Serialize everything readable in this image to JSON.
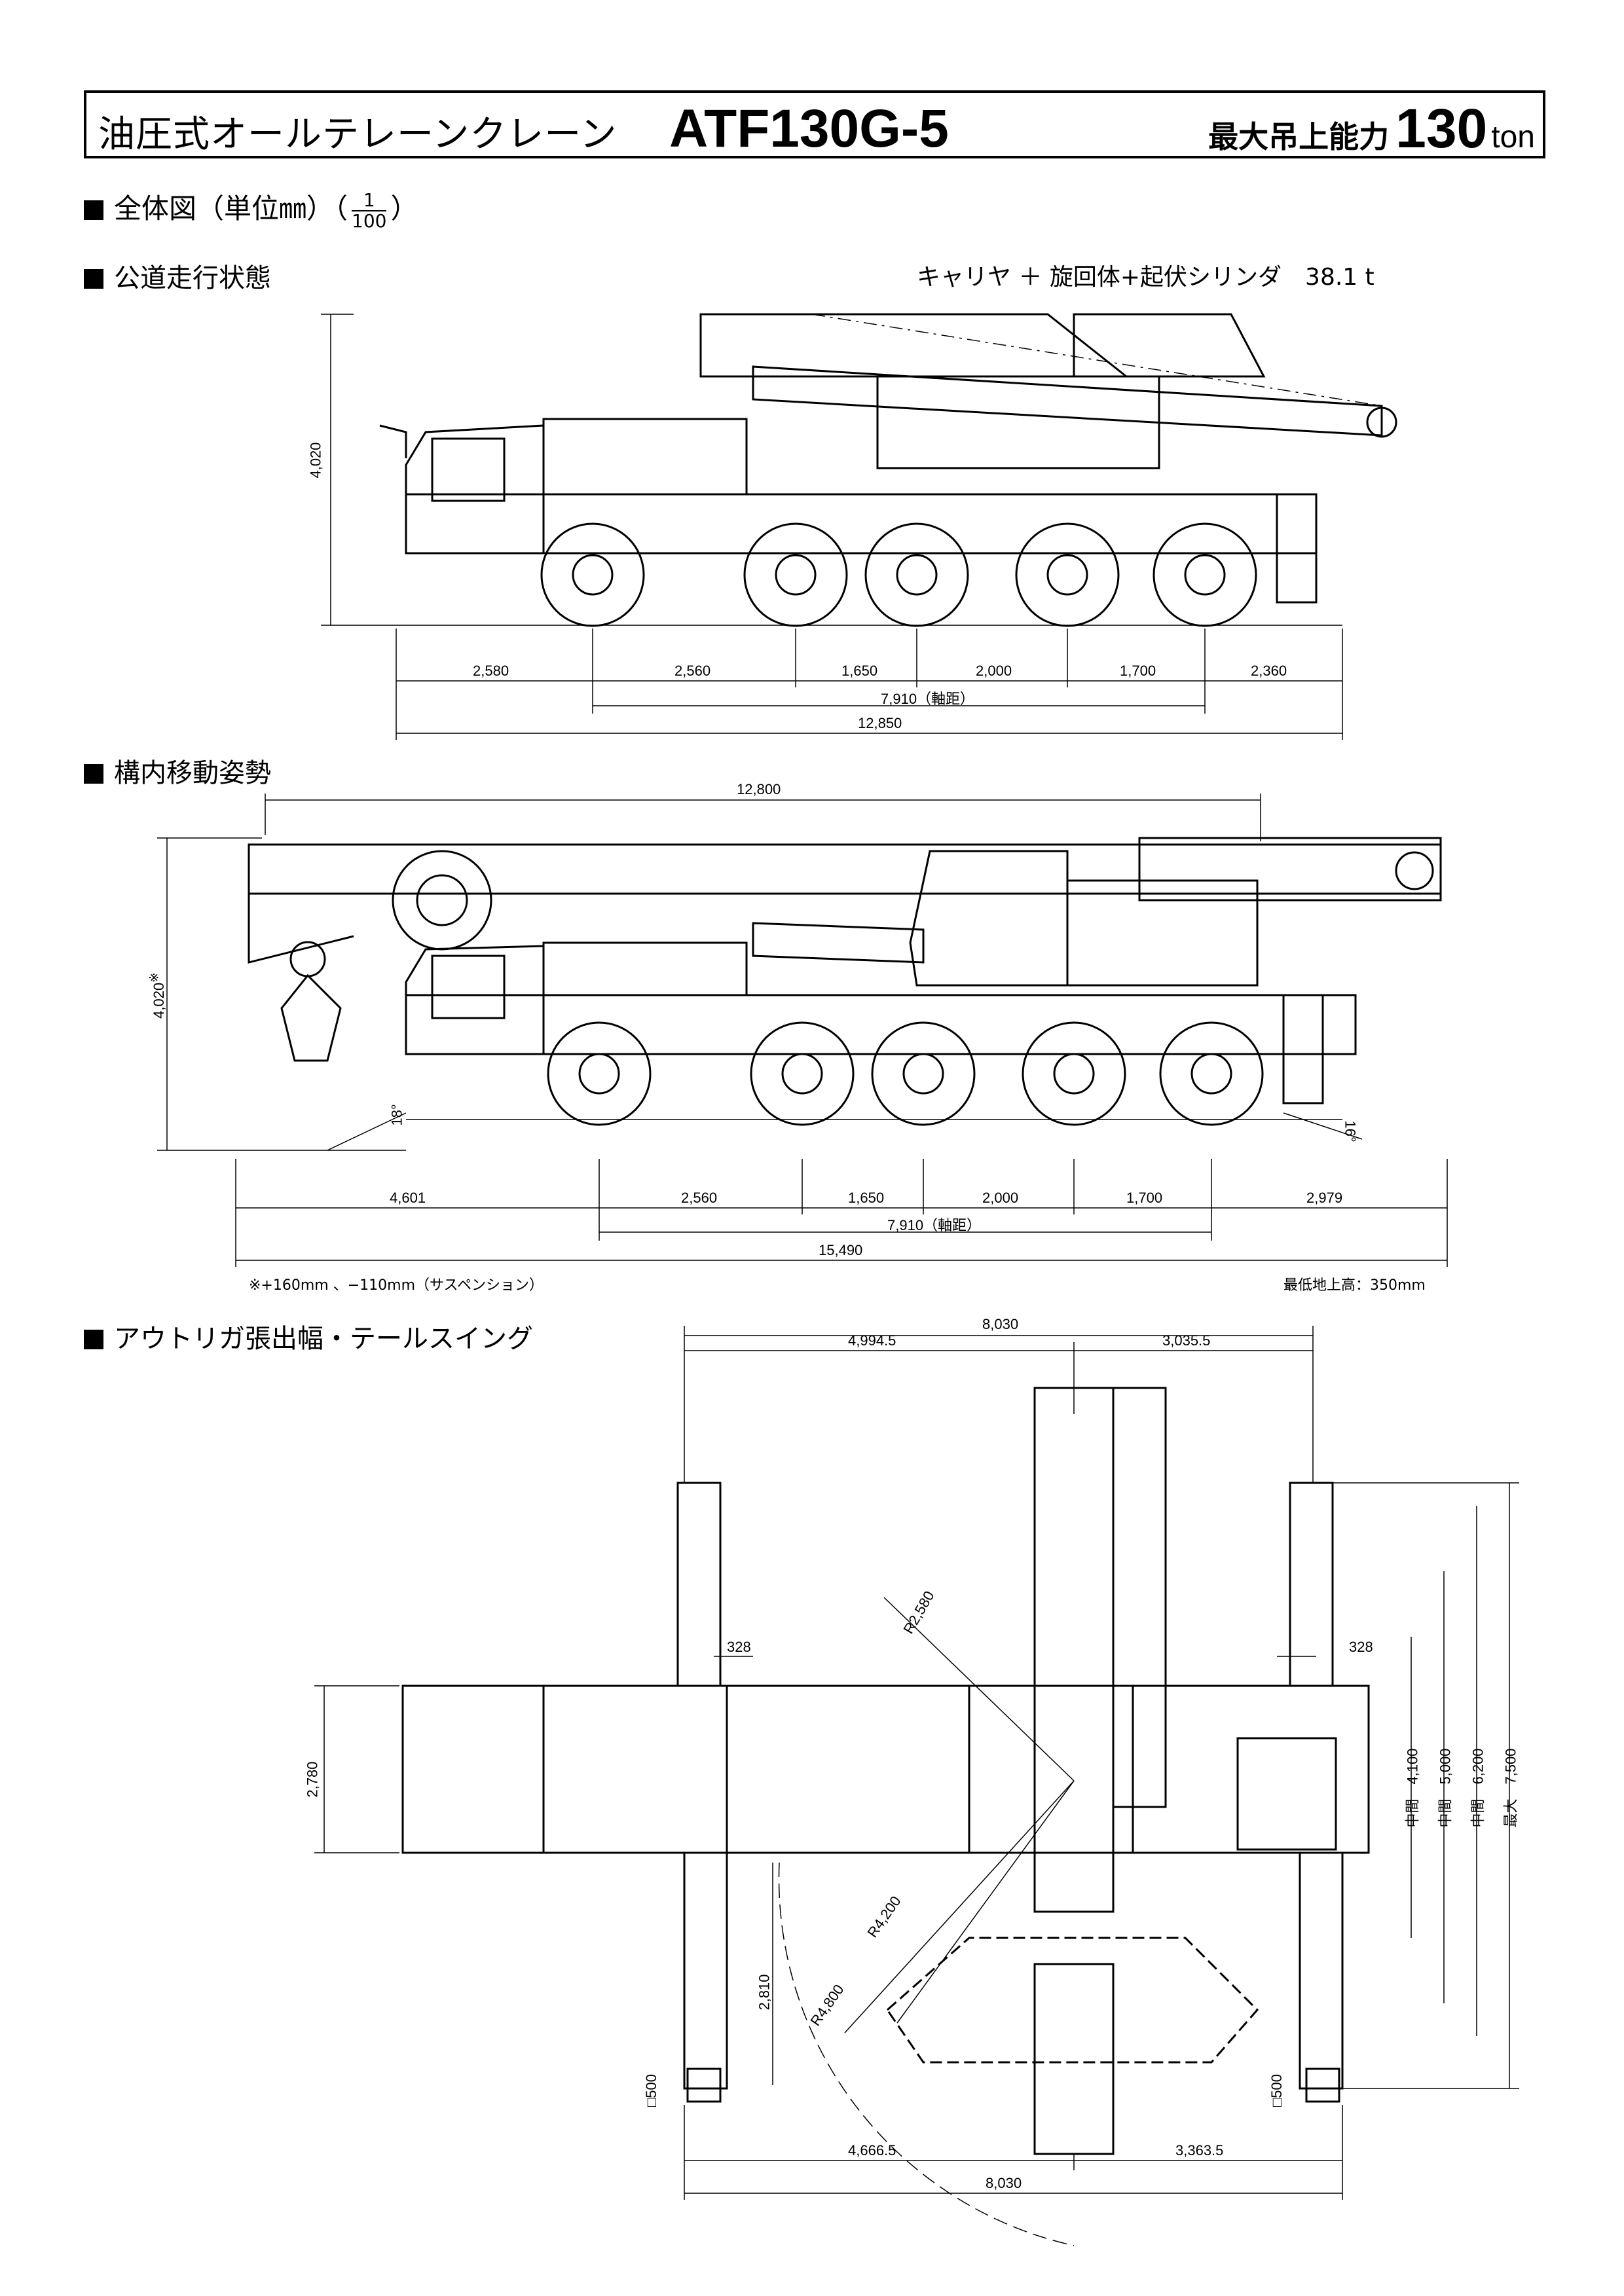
{
  "header": {
    "type_label": "油圧式オールテレーンクレーン",
    "model": "ATF130G-5",
    "capacity_label": "最大吊上能力",
    "capacity_value": "130",
    "capacity_unit": "ton"
  },
  "overall": {
    "title": "全体図（単位㎜）（",
    "scale_num": "1",
    "scale_den": "100",
    "title_close": "）"
  },
  "road": {
    "title": "公道走行状態",
    "weight_note": "キャリヤ ＋ 旋回体+起伏シリンダ　38.1 t",
    "height": "4,020",
    "dims": [
      "2,580",
      "2,560",
      "1,650",
      "2,000",
      "1,700",
      "2,360"
    ],
    "wheelbase": "7,910（軸距）",
    "total": "12,850"
  },
  "site": {
    "title": "構内移動姿勢",
    "top_length": "12,800",
    "height": "4,020",
    "height_mark": "※",
    "angle_front": "18°",
    "angle_rear": "16°",
    "dims": [
      "4,601",
      "2,560",
      "1,650",
      "2,000",
      "1,700",
      "2,979"
    ],
    "wheelbase": "7,910（軸距）",
    "total": "15,490",
    "note_suspension": "※+160mm 、−110mm（サスペンション）",
    "note_clearance": "最低地上高：350mm"
  },
  "outrigger": {
    "title": "アウトリガ張出幅・テールスイング",
    "top_total": "8,030",
    "top_left": "4,994.5",
    "top_right": "3,035.5",
    "left_offset": "328",
    "right_offset": "328",
    "width": "2,780",
    "radius_small": "R2,580",
    "radius_mid": "R4,200",
    "radius_large": "R4,800",
    "depth": "2,810",
    "pad_left": "□500",
    "pad_right": "□500",
    "bottom_left": "4,666.5",
    "bottom_right": "3,363.5",
    "bottom_total": "8,030",
    "spans": [
      {
        "label": "中間",
        "value": "4,100"
      },
      {
        "label": "中間",
        "value": "5,000"
      },
      {
        "label": "中間",
        "value": "6,200"
      },
      {
        "label": "最大",
        "value": "7,500"
      }
    ]
  }
}
